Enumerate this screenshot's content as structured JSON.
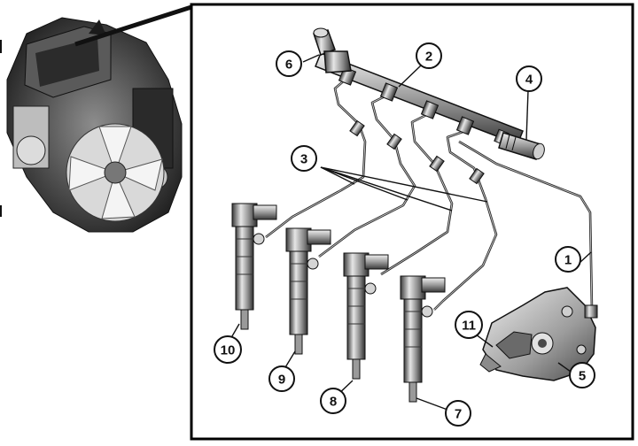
{
  "callouts": [
    {
      "id": "1",
      "part": "high-pressure-supply-line"
    },
    {
      "id": "2",
      "part": "fuel-rail"
    },
    {
      "id": "3",
      "part": "injector-lines"
    },
    {
      "id": "4",
      "part": "pressure-sensor"
    },
    {
      "id": "5",
      "part": "high-pressure-pump"
    },
    {
      "id": "6",
      "part": "pressure-limiting-valve"
    },
    {
      "id": "7",
      "part": "injector-4"
    },
    {
      "id": "8",
      "part": "injector-3"
    },
    {
      "id": "9",
      "part": "injector-2"
    },
    {
      "id": "10",
      "part": "injector-1"
    },
    {
      "id": "11",
      "part": "pump-fitting"
    }
  ],
  "colors": {
    "line": "#111111",
    "frame": "#000000",
    "background": "#ffffff",
    "metal_dark": "#3a3a3a",
    "metal_light": "#d8d8d8"
  }
}
